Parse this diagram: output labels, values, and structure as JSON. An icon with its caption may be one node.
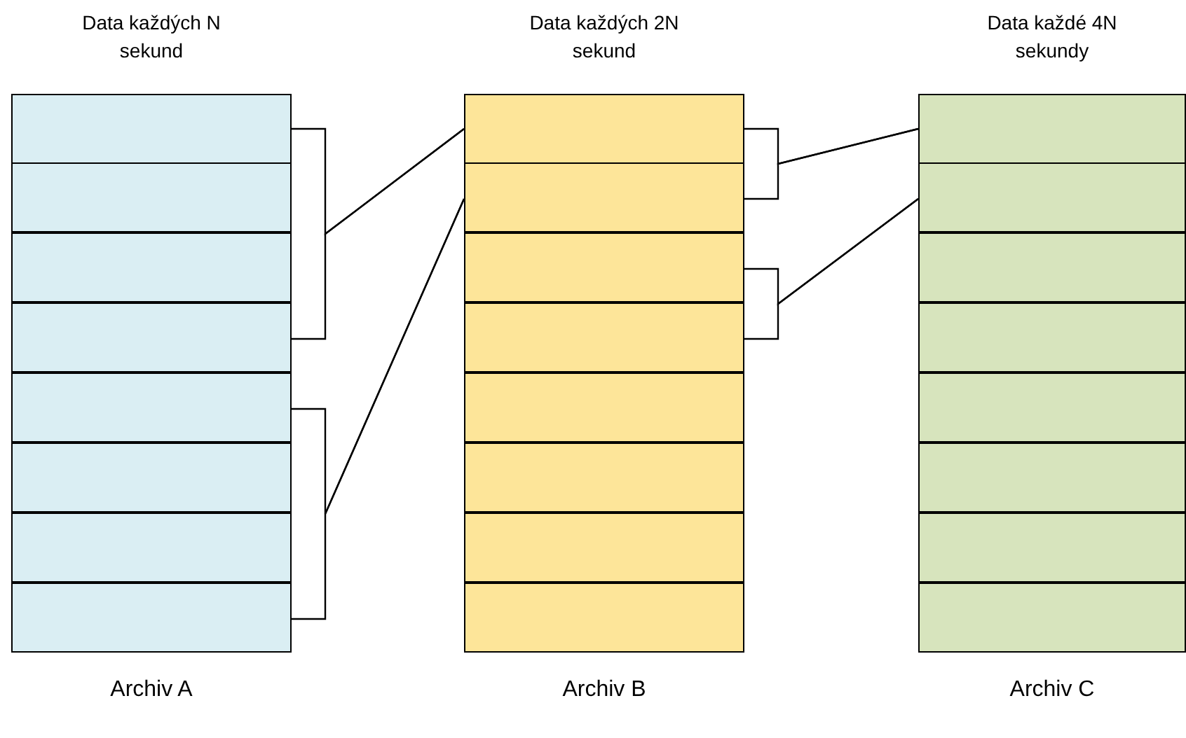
{
  "diagram": {
    "nodes": [
      {
        "text": [
          "Data každých N sekund",
          "Archiv A"
        ]
      },
      {
        "text": [],
        "shape": "box",
        "in": 0
      },
      {
        "text": [],
        "shape": "box",
        "in": 0
      },
      {
        "text": [],
        "shape": "box",
        "in": 0
      },
      {
        "text": [],
        "shape": "box",
        "in": 0
      },
      {
        "text": [],
        "shape": "box",
        "in": 0
      },
      {
        "text": [],
        "shape": "box",
        "in": 0
      },
      {
        "text": [],
        "shape": "box",
        "in": 0
      },
      {
        "text": [],
        "shape": "box",
        "in": 0
      },
      {
        "text": [
          "Data každých 2N sekund",
          "Archiv B"
        ]
      },
      {
        "text": [],
        "shape": "box",
        "in": 9
      },
      {
        "text": [],
        "shape": "box",
        "in": 9
      },
      {
        "text": [],
        "shape": "box",
        "in": 9
      },
      {
        "text": [],
        "shape": "box",
        "in": 9
      },
      {
        "text": [],
        "shape": "box",
        "in": 9
      },
      {
        "text": [],
        "shape": "box",
        "in": 9
      },
      {
        "text": [],
        "shape": "box",
        "in": 9
      },
      {
        "text": [],
        "shape": "box",
        "in": 9
      },
      {
        "text": [
          "Data každé 4N sekundy",
          "Archiv C"
        ]
      },
      {
        "text": [],
        "shape": "box",
        "in": 18
      },
      {
        "text": [],
        "shape": "box",
        "in": 18
      },
      {
        "text": [],
        "shape": "box",
        "in": 18
      },
      {
        "text": [],
        "shape": "box",
        "in": 18
      },
      {
        "text": [],
        "shape": "box",
        "in": 18
      },
      {
        "text": [],
        "shape": "box",
        "in": 18
      },
      {
        "text": [],
        "shape": "box",
        "in": 18
      },
      {
        "text": [],
        "shape": "box",
        "in": 18
      }
    ],
    "edges": [
      {
        "from": 1,
        "to": 10,
        "arrow": "none"
      },
      {
        "from": 4,
        "to": 10,
        "arrow": "none"
      },
      {
        "from": 5,
        "to": 11,
        "arrow": "none"
      },
      {
        "from": 8,
        "to": 11,
        "arrow": "none"
      },
      {
        "from": 10,
        "to": 19,
        "arrow": "none"
      },
      {
        "from": 11,
        "to": 19,
        "arrow": "none"
      },
      {
        "from": 12,
        "to": 20,
        "arrow": "none"
      },
      {
        "from": 13,
        "to": 20,
        "arrow": "none"
      }
    ]
  }
}
